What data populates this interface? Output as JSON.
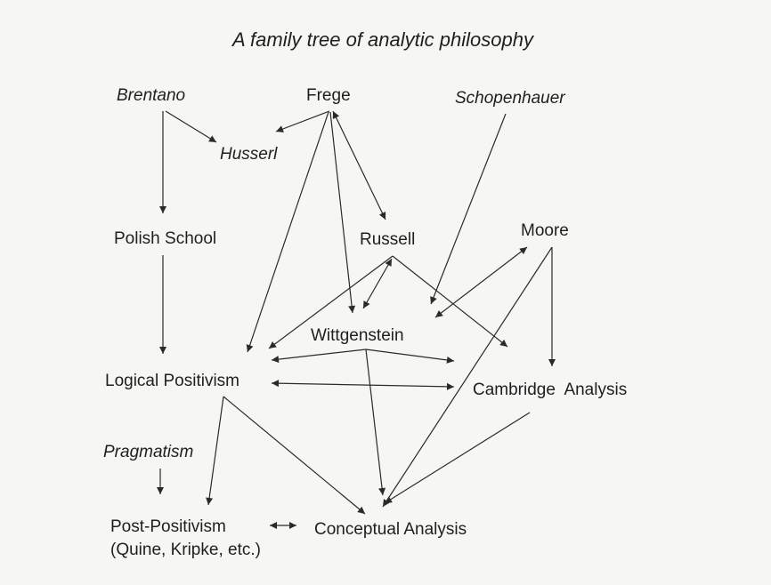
{
  "title": "A family tree of analytic philosophy",
  "nodes": {
    "brentano": {
      "label": "Brentano",
      "italic": true
    },
    "frege": {
      "label": "Frege",
      "italic": false
    },
    "schopenhauer": {
      "label": "Schopenhauer",
      "italic": true
    },
    "husserl": {
      "label": "Husserl",
      "italic": true
    },
    "polish": {
      "label": "Polish School",
      "italic": false
    },
    "russell": {
      "label": "Russell",
      "italic": false
    },
    "moore": {
      "label": "Moore",
      "italic": false
    },
    "wittgenstein": {
      "label": "Wittgenstein",
      "italic": false
    },
    "logpos": {
      "label": "Logical Positivism",
      "italic": false
    },
    "cambridge": {
      "label": "Cambridge  Analysis",
      "italic": false
    },
    "pragmatism": {
      "label": "Pragmatism",
      "italic": true
    },
    "postpos": {
      "label": "Post-Positivism",
      "italic": false
    },
    "postpos_note": {
      "label": "(Quine, Kripke, etc.)",
      "italic": false
    },
    "conceptual": {
      "label": "Conceptual Analysis",
      "italic": false
    }
  },
  "edges": [
    {
      "from": "brentano",
      "to": "polish",
      "both": false
    },
    {
      "from": "brentano",
      "to": "husserl",
      "both": false
    },
    {
      "from": "frege",
      "to": "husserl",
      "both": false
    },
    {
      "from": "frege",
      "to": "logpos",
      "both": false
    },
    {
      "from": "frege",
      "to": "wittgenstein",
      "both": false
    },
    {
      "from": "frege",
      "to": "russell",
      "both": true
    },
    {
      "from": "schopenhauer",
      "to": "wittgenstein",
      "both": false
    },
    {
      "from": "russell",
      "to": "logpos",
      "both": false
    },
    {
      "from": "russell",
      "to": "wittgenstein",
      "both": true
    },
    {
      "from": "russell",
      "to": "cambridge",
      "both": false
    },
    {
      "from": "moore",
      "to": "wittgenstein",
      "both": true
    },
    {
      "from": "moore",
      "to": "cambridge",
      "both": false
    },
    {
      "from": "moore",
      "to": "conceptual",
      "both": false
    },
    {
      "from": "wittgenstein",
      "to": "logpos",
      "both": false
    },
    {
      "from": "wittgenstein",
      "to": "cambridge",
      "both": false
    },
    {
      "from": "logpos",
      "to": "cambridge",
      "both": true
    },
    {
      "from": "polish",
      "to": "logpos",
      "both": false
    },
    {
      "from": "wittgenstein",
      "to": "conceptual",
      "both": false
    },
    {
      "from": "logpos",
      "to": "postpos",
      "both": false
    },
    {
      "from": "logpos",
      "to": "conceptual",
      "both": false
    },
    {
      "from": "cambridge",
      "to": "conceptual",
      "both": false
    },
    {
      "from": "pragmatism",
      "to": "postpos",
      "both": false
    },
    {
      "from": "postpos",
      "to": "conceptual",
      "both": true
    }
  ]
}
